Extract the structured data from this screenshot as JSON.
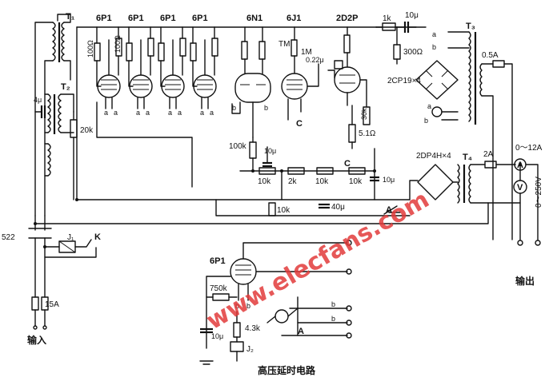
{
  "tubes": {
    "v1": "6P1",
    "v2": "6P1",
    "v3": "6P1",
    "v4": "6P1",
    "v5": "6N1",
    "v6": "6J1",
    "v7": "2D2P",
    "delay_tube": "6P1"
  },
  "transformers": {
    "t1": "T₁",
    "t2": "T₂",
    "t3": "T₃",
    "t4": "T₄"
  },
  "components": {
    "r_grid": "100Ω",
    "r_20k": "20k",
    "r_100k": "100k",
    "r_2k": "2k",
    "r_10k": "10k",
    "r_1m": "1M",
    "r_tm": "TM",
    "r_1k": "1k",
    "r_300": "300Ω",
    "r_30k": "30k",
    "r_5_1": "5.1Ω",
    "r_750k": "750k",
    "r_4_3k": "4.3k",
    "c_4u": "4μ",
    "c_10u": "10μ",
    "c_0_22": "0.22μ",
    "c_40u": "40μ",
    "c_10m": "10μ",
    "fuse_0_5a": "0.5A",
    "fuse_2a": "2A",
    "fuse_15a": "15A",
    "diode_2cp": "2CP19×4",
    "diode_2dp": "2DP4H×4",
    "switch_522": "522",
    "relay_j1": "J₁",
    "relay_j2": "J₂",
    "key_k": "K",
    "pin_a": "a",
    "pin_b": "b",
    "pin_c": "C",
    "pin_A": "A",
    "ammeter": "A",
    "voltmeter": "V"
  },
  "labels": {
    "current_range": "0～12A",
    "voltage_range": "0～250V",
    "input": "输入",
    "output": "输出",
    "caption": "高压延时电路",
    "watermark": "www.elecfans.com"
  }
}
